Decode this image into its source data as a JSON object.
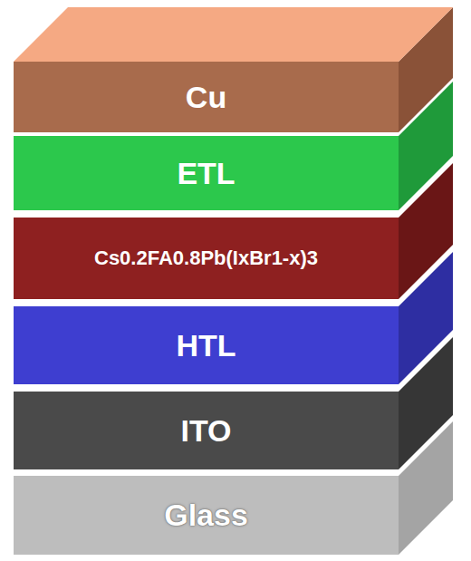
{
  "diagram": {
    "nodes": [
      {
        "text": [
          "Cu"
        ]
      },
      {
        "text": [
          "ETL"
        ]
      },
      {
        "text": [
          "Cs0.2FA0.8Pb(IxBr1-x)3"
        ]
      },
      {
        "text": [
          "HTL"
        ]
      },
      {
        "text": [
          "ITO"
        ]
      },
      {
        "text": [
          "Glass"
        ]
      }
    ]
  }
}
